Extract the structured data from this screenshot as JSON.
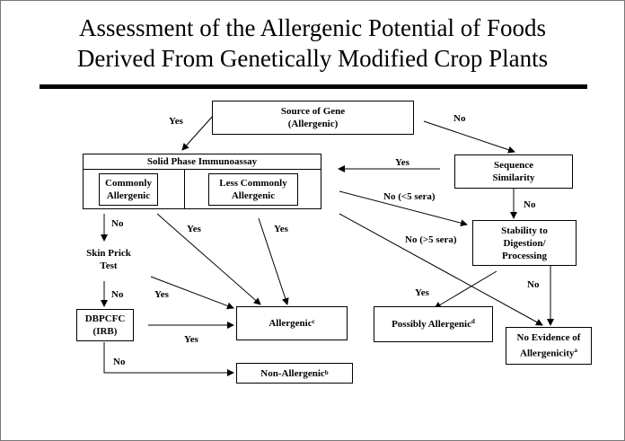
{
  "title_line1": "Assessment of the Allergenic Potential of Foods",
  "title_line2": "Derived From Genetically Modified Crop Plants",
  "nodes": {
    "source_line1": "Source of Gene",
    "source_line2": "(Allergenic)",
    "spi_header": "Solid Phase Immunoassay",
    "common_line1": "Commonly",
    "common_line2": "Allergenic",
    "lesscommon_line1": "Less Commonly",
    "lesscommon_line2": "Allergenic",
    "sequence_line1": "Sequence",
    "sequence_line2": "Similarity",
    "stability_line1": "Stability to",
    "stability_line2": "Digestion/",
    "stability_line3": "Processing",
    "skinprick_line1": "Skin Prick",
    "skinprick_line2": "Test",
    "dbpcfc_line1": "DBPCFC",
    "dbpcfc_line2": "(IRB)",
    "allergenic": "Allergenic",
    "allergenic_sup": "c",
    "possibly": "Possibly Allergenic",
    "possibly_sup": "d",
    "nonallergenic": "Non-Allergenic",
    "nonallergenic_sup": "b",
    "noevidence_line1": "No Evidence of",
    "noevidence_line2": "Allergenicity",
    "noevidence_sup": "a"
  },
  "edge_labels": {
    "source_yes": "Yes",
    "source_no": "No",
    "seq_yes": "Yes",
    "seq_no": "No",
    "spi_no_lt5": "No  (<5 sera)",
    "spi_no_gt5": "No  (>5 sera)",
    "common_no": "No",
    "common_yes": "Yes",
    "lesscommon_yes": "Yes",
    "skinprick_no": "No",
    "skinprick_yes": "Yes",
    "dbpcfc_yes": "Yes",
    "dbpcfc_no": "No",
    "stability_yes": "Yes",
    "stability_no": "No"
  }
}
